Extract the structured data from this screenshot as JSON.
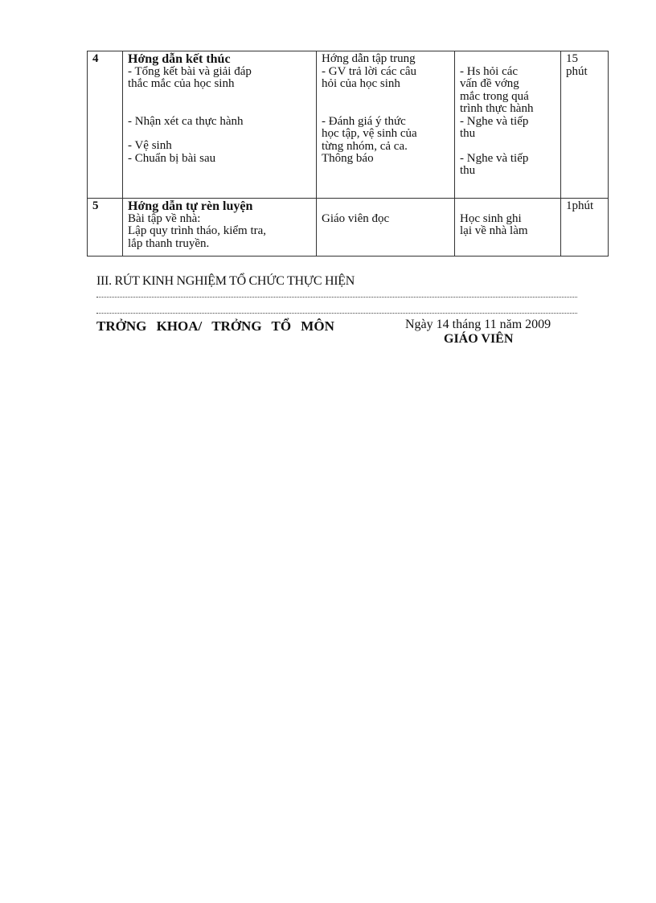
{
  "table": {
    "rows": [
      {
        "step": "4",
        "content": {
          "heading": "Hớng  dẫn kết thúc",
          "lines_a": [
            "- Tổng kết bài và giải đáp",
            "thắc mắc của học sinh"
          ],
          "lines_b": [
            "- Nhận xét ca thực hành"
          ],
          "lines_c": [
            "- Vệ sinh",
            "- Chuẩn bị bài sau"
          ]
        },
        "teacher": {
          "lines_a": [
            "Hớng  dẫn tập trung",
            "- GV trả lời các câu",
            "hỏi của học sinh"
          ],
          "lines_b": [
            "- Đánh giá ý thức",
            "học tập, vệ sinh của",
            "từng nhóm, cả ca.",
            "Thông báo"
          ]
        },
        "student": {
          "lines_a": [
            "- Hs hỏi các",
            "vấn đề vớng",
            "mắc trong quá",
            "trình thực hành",
            "- Nghe và tiếp",
            "thu"
          ],
          "lines_b": [
            "- Nghe và tiếp",
            "thu"
          ]
        },
        "time": [
          "15",
          "phút"
        ]
      },
      {
        "step": "5",
        "content": {
          "heading": "Hớng  dẫn tự rèn luyện",
          "lines_a": [
            "Bài tập về nhà:",
            "Lập quy trình tháo, kiểm tra,",
            "lắp thanh truyền."
          ]
        },
        "teacher": {
          "lines_a": [
            "Giáo viên đọc"
          ]
        },
        "student": {
          "lines_a": [
            "Học sinh ghi",
            "lại về nhà làm"
          ]
        },
        "time": [
          "1phút"
        ]
      }
    ]
  },
  "section": {
    "title": "III. RÚT KINH NGHIỆM TỔ CHỨC THỰC HIỆN"
  },
  "signature": {
    "left": "TRỞNG   KHOA/ TRỞNG   TỔ MÔN",
    "date": "Ngày 14 tháng 11 năm 2009",
    "role": "GIÁO VIÊN"
  }
}
